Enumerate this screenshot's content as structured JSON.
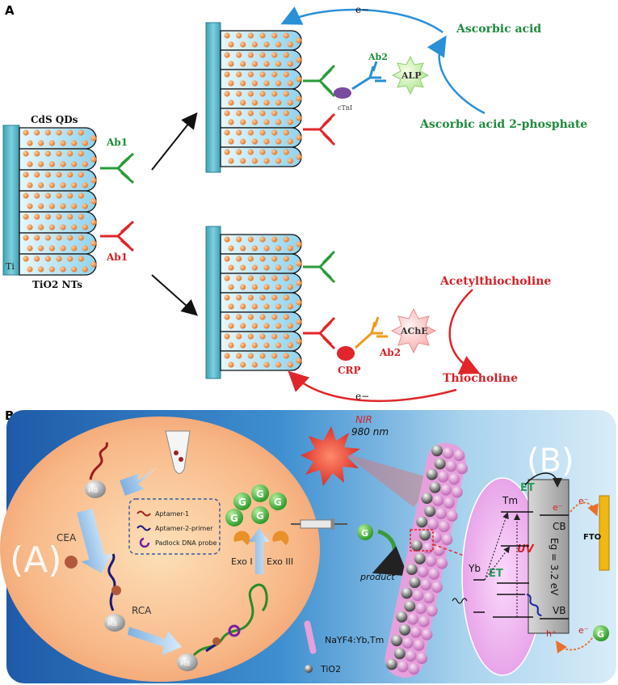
{
  "panel_a": {
    "letter": "A",
    "labels": {
      "cds_qds": "CdS  QDs",
      "ab1_green": "Ab1",
      "ab1_red": "Ab1",
      "ti": "Ti",
      "tio2_nts": "TiO2 NTs",
      "e_top": "e−",
      "ascorbic_acid": "Ascorbic acid",
      "ab2_top": "Ab2",
      "alp": "ALP",
      "ctni": "cTnI",
      "ascorbic_acid_2p": "Ascorbic acid 2-phosphate",
      "acetylthiocholine": "Acetylthiocholine",
      "ache": "AChE",
      "ab2_bottom": "Ab2",
      "crp": "CRP",
      "thiocholine": "Thiocholine",
      "e_bottom": "e−"
    },
    "colors": {
      "tube_gradient_top": "#c9ecf8",
      "tube_gradient_bottom": "#4bb6df",
      "electrode": "#5ab8c9",
      "dot": "#f08a3a",
      "green_ab": "#2a9a3a",
      "red_ab": "#e0262a",
      "blue_ab": "#2a8fd6",
      "orange_ab": "#f39a1c",
      "blue_arrow": "#2a90d8",
      "red_arrow": "#e0262a",
      "green_text": "#1e8a3a",
      "red_text": "#d41f26"
    }
  },
  "panel_b": {
    "letter": "B",
    "labels": {
      "big_a": "(A)",
      "big_b": "(B)",
      "mb_1": "MB",
      "mb_2": "MB",
      "mb_3": "MB",
      "cea": "CEA",
      "rca": "RCA",
      "legend_aptamer1": "Aptamer-1",
      "legend_aptamer2": "Aptamer-2-primer",
      "legend_padlock": "Padlock DNA probe",
      "g": "G",
      "exo1": "Exo I",
      "exo3": "Exo III",
      "nir": "NIR",
      "nir_wavelength": "980 nm",
      "product": "product",
      "nayf4": "NaYF4:Yb,Tm",
      "tio2": "TiO2",
      "tm": "Tm",
      "yb": "Yb",
      "et_top": "ET",
      "et_left": "ET",
      "uv": "UV",
      "e_minus": "e⁻",
      "cb": "CB",
      "vb": "VB",
      "eg": "Eg = 3.2 eV",
      "h_plus": "h⁺",
      "fto": "FTO"
    },
    "colors": {
      "background_blue": "#2f7fc4",
      "oval_orange": "#f6b083",
      "green_ball": "#3cae3a",
      "sun_red": "#e23a2a",
      "ellipse_pink": "#f0b2f0"
    }
  }
}
